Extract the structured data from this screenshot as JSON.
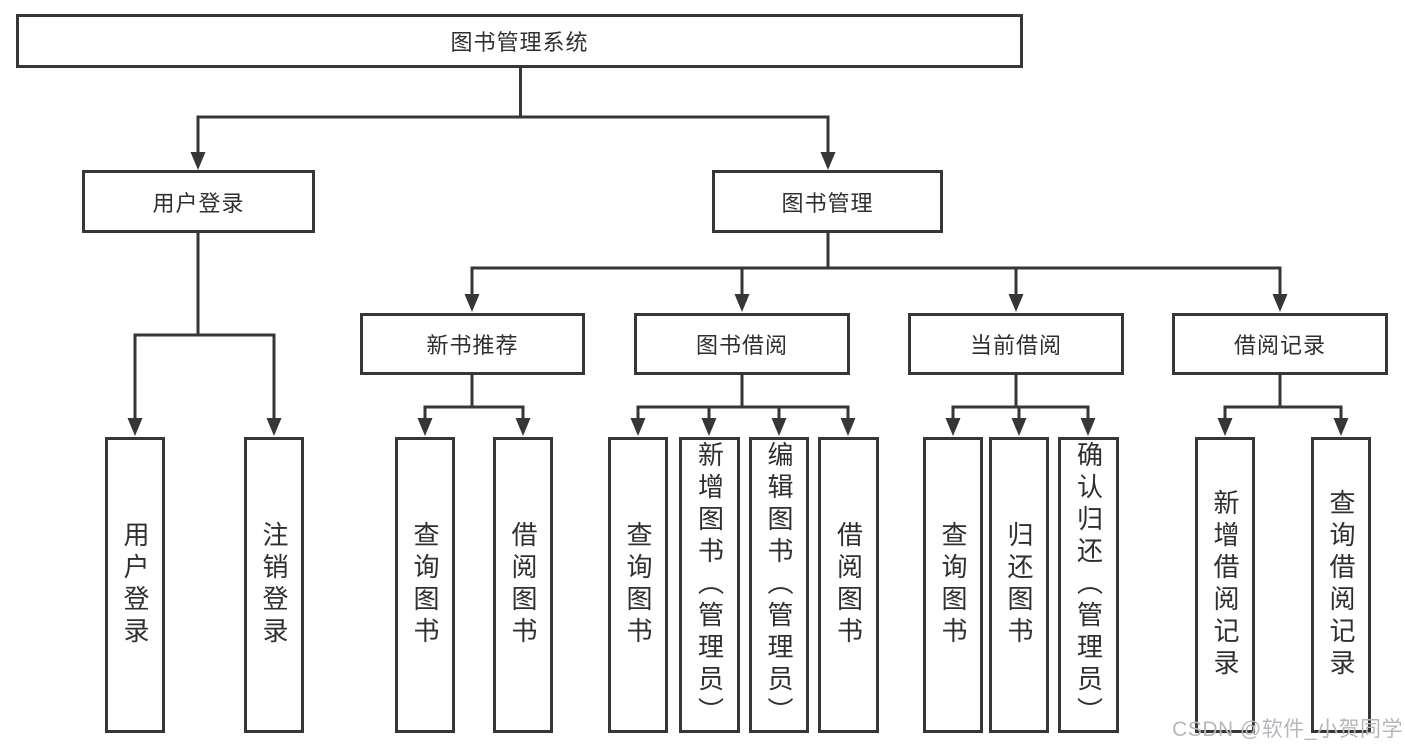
{
  "tree": {
    "root": {
      "label": "图书管理系统"
    },
    "user_branch": {
      "label": "用户登录",
      "children": [
        {
          "label": "用户登录"
        },
        {
          "label": "注销登录"
        }
      ]
    },
    "book_branch": {
      "label": "图书管理",
      "groups": [
        {
          "label": "新书推荐",
          "children": [
            {
              "label": "查询图书"
            },
            {
              "label": "借阅图书"
            }
          ]
        },
        {
          "label": "图书借阅",
          "children": [
            {
              "label": "查询图书"
            },
            {
              "label": "新增图书（管理员）"
            },
            {
              "label": "编辑图书（管理员）"
            },
            {
              "label": "借阅图书"
            }
          ]
        },
        {
          "label": "当前借阅",
          "children": [
            {
              "label": "查询图书"
            },
            {
              "label": "归还图书"
            },
            {
              "label": "确认归还（管理员）"
            }
          ]
        },
        {
          "label": "借阅记录",
          "children": [
            {
              "label": "新增借阅记录"
            },
            {
              "label": "查询借阅记录"
            }
          ]
        }
      ]
    }
  },
  "watermark": "CSDN @软件_小贺同学",
  "colors": {
    "line": "#363636",
    "text": "#2f2f2f",
    "watermark": "#b4b7bb",
    "background": "#ffffff"
  }
}
